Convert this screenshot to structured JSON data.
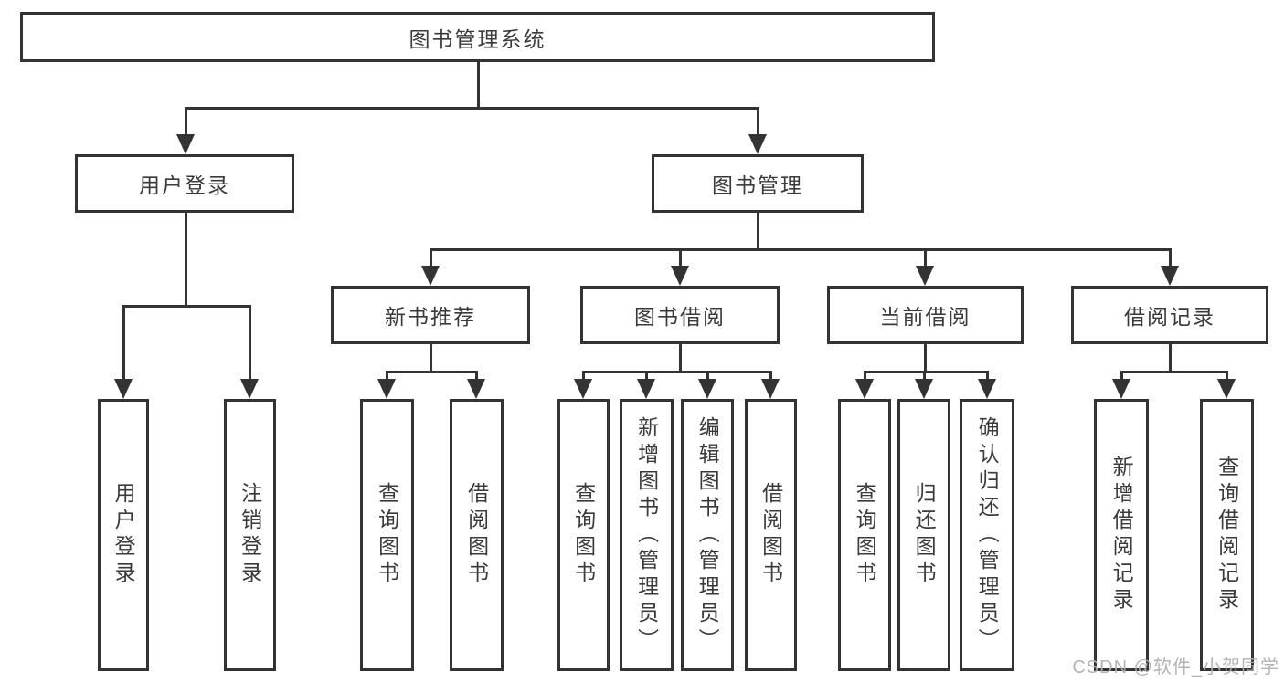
{
  "tree": {
    "label": "图书管理系统",
    "children": [
      {
        "label": "用户登录",
        "children": [
          {
            "label": "用户登录"
          },
          {
            "label": "注销登录"
          }
        ]
      },
      {
        "label": "图书管理",
        "children": [
          {
            "label": "新书推荐",
            "children": [
              {
                "label": "查询图书"
              },
              {
                "label": "借阅图书"
              }
            ]
          },
          {
            "label": "图书借阅",
            "children": [
              {
                "label": "查询图书"
              },
              {
                "label": "新增图书（管理员）"
              },
              {
                "label": "编辑图书（管理员）"
              },
              {
                "label": "借阅图书"
              }
            ]
          },
          {
            "label": "当前借阅",
            "children": [
              {
                "label": "查询图书"
              },
              {
                "label": "归还图书"
              },
              {
                "label": "确认归还（管理员）"
              }
            ]
          },
          {
            "label": "借阅记录",
            "children": [
              {
                "label": "新增借阅记录"
              },
              {
                "label": "查询借阅记录"
              }
            ]
          }
        ]
      }
    ]
  },
  "watermark": {
    "text": "CSDN @软件_小贺同学"
  },
  "colors": {
    "background": "#ffffff",
    "box_border": "#333333",
    "text": "#3a3a3a",
    "connector": "#333333",
    "watermark": "#b0b0b0"
  }
}
